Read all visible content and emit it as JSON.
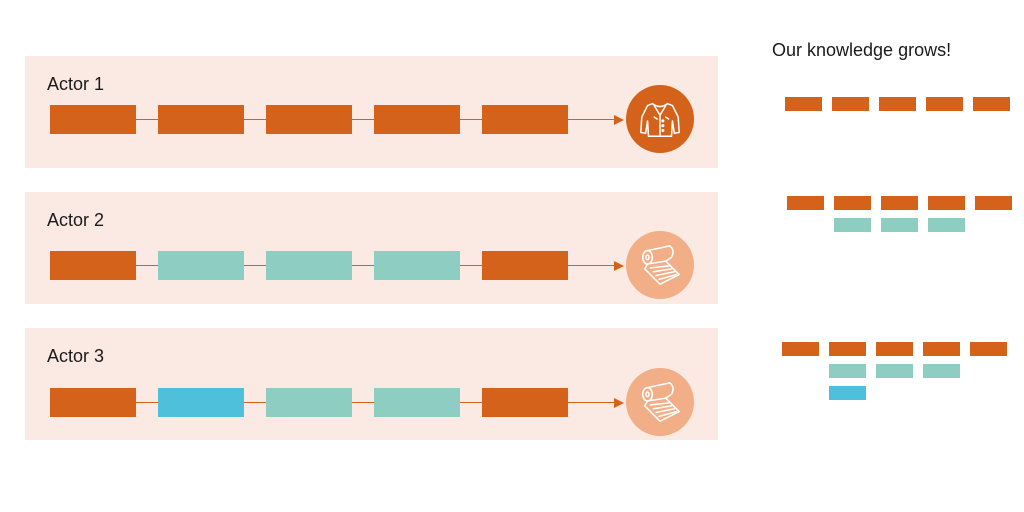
{
  "colors": {
    "orange": "#d4621a",
    "teal": "#8ecdc1",
    "blue": "#4ec0dc",
    "panel": "#fbeae3",
    "peach": "#f2ae87"
  },
  "knowledge": {
    "title": "Our knowledge grows!"
  },
  "actors": [
    {
      "label": "Actor 1",
      "steps": [
        "orange",
        "orange",
        "orange",
        "orange",
        "orange"
      ],
      "outcome_icon": "jacket-icon",
      "outcome_color": "orange"
    },
    {
      "label": "Actor 2",
      "steps": [
        "orange",
        "teal",
        "teal",
        "teal",
        "orange"
      ],
      "outcome_icon": "fabric-roll-icon",
      "outcome_color": "peach"
    },
    {
      "label": "Actor 3",
      "steps": [
        "orange",
        "blue",
        "teal",
        "teal",
        "orange"
      ],
      "outcome_icon": "fabric-roll-icon",
      "outcome_color": "peach"
    }
  ]
}
